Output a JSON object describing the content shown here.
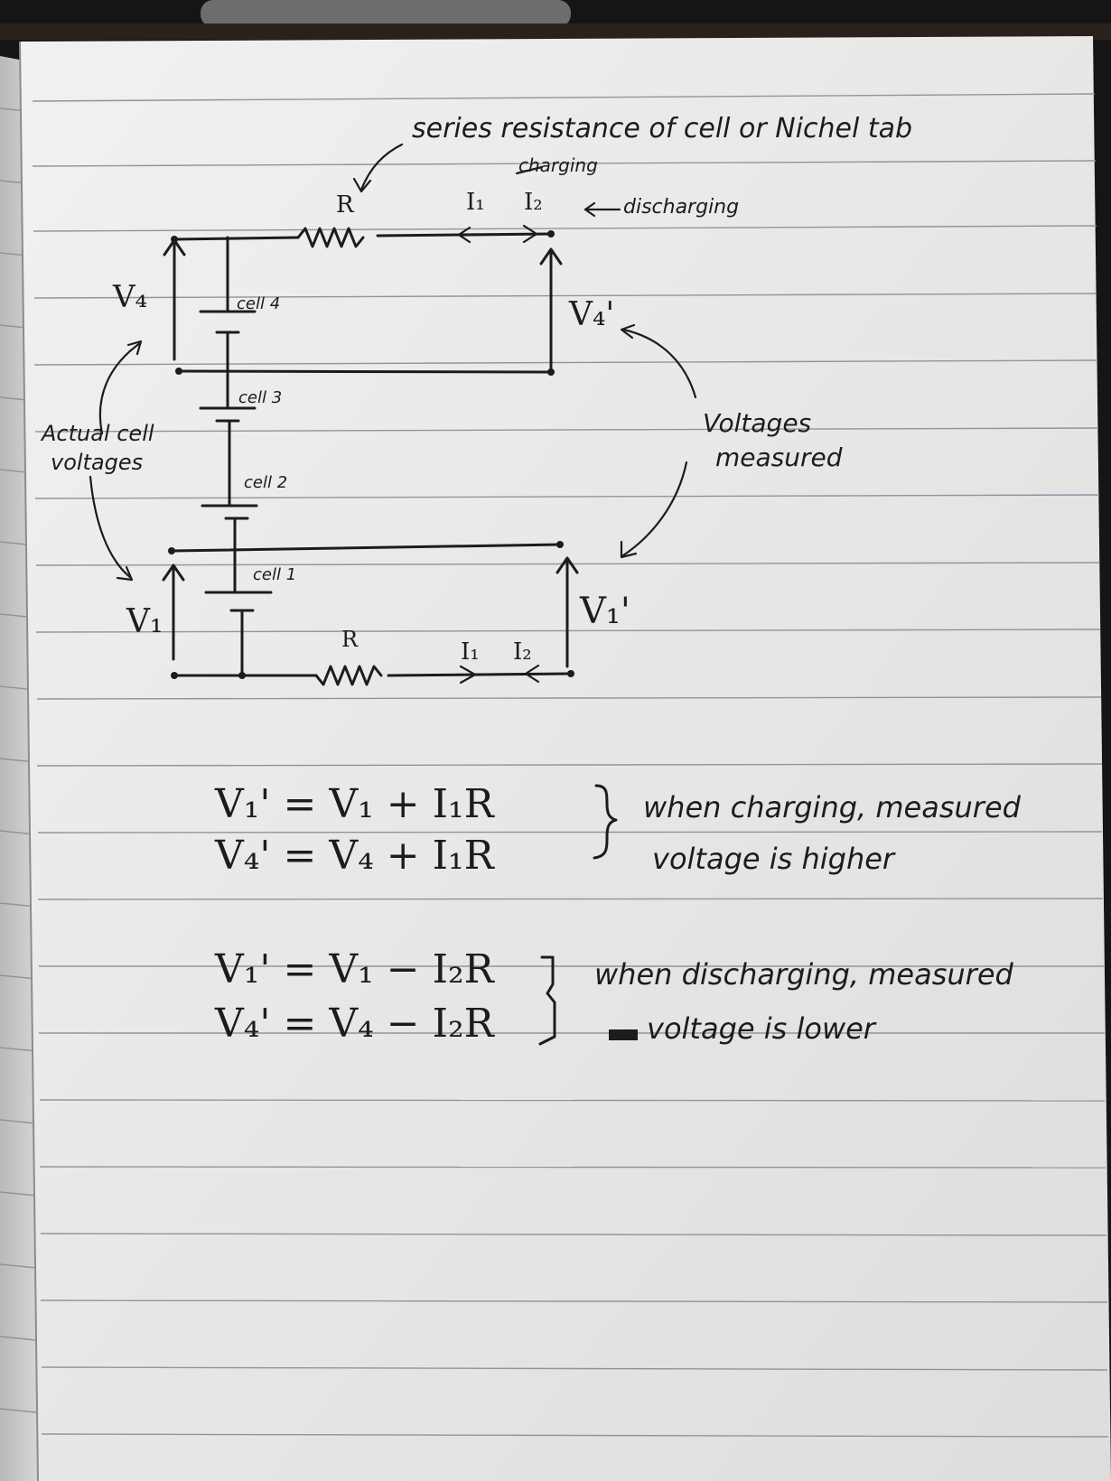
{
  "diagram": {
    "annotation_series_resistance": "series resistance of cell or Nichel tab",
    "label_charging": "charging",
    "label_discharging": "discharging",
    "label_I1": "I₁",
    "label_I2": "I₂",
    "label_R_top": "R",
    "label_R_bottom": "R",
    "label_I1_bottom": "I₁",
    "label_I2_bottom": "I₂",
    "label_V4": "V₄",
    "label_V4_prime": "V₄'",
    "label_V1": "V₁",
    "label_V1_prime": "V₁'",
    "label_cell4": "cell 4",
    "label_cell3": "cell 3",
    "label_cell2": "cell 2",
    "label_cell1": "cell 1",
    "annotation_actual_line1": "Actual cell",
    "annotation_actual_line2": "voltages",
    "annotation_measured_line1": "Voltages",
    "annotation_measured_line2": "measured"
  },
  "equations": {
    "charging_eq1": "V₁' = V₁ + I₁R",
    "charging_eq2": "V₄' = V₄ + I₁R",
    "charging_note_line1": "when charging, measured",
    "charging_note_line2": "voltage is higher",
    "discharging_eq1": "V₁' = V₁ − I₂R",
    "discharging_eq2": "V₄' = V₄ − I₂R",
    "discharging_note_line1": "when discharging, measured",
    "discharging_note_line2": "voltage is lower"
  },
  "colors": {
    "paper": "#ececeb",
    "ink": "#1c1c1c",
    "rule": "#8f94a3",
    "background": "#141414"
  }
}
